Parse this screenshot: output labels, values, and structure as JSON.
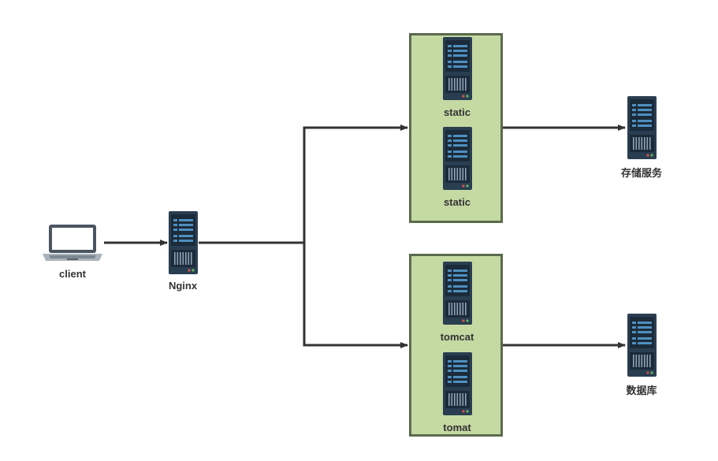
{
  "nodes": {
    "client": {
      "label": "client",
      "icon": "laptop-icon"
    },
    "nginx": {
      "label": "Nginx",
      "icon": "server-icon"
    },
    "static_1": {
      "label": "static",
      "icon": "server-icon"
    },
    "static_2": {
      "label": "static",
      "icon": "server-icon"
    },
    "tomcat_1": {
      "label": "tomcat",
      "icon": "server-icon"
    },
    "tomcat_2": {
      "label": "tomat",
      "icon": "server-icon"
    },
    "storage": {
      "label": "存储服务",
      "icon": "server-icon"
    },
    "database": {
      "label": "数据库",
      "icon": "server-icon"
    }
  },
  "groups": {
    "static": {
      "members": [
        "static_1",
        "static_2"
      ]
    },
    "tomcat": {
      "members": [
        "tomcat_1",
        "tomcat_2"
      ]
    }
  },
  "edges": [
    {
      "from": "client",
      "to": "nginx"
    },
    {
      "from": "nginx",
      "to": "static"
    },
    {
      "from": "nginx",
      "to": "tomcat"
    },
    {
      "from": "static",
      "to": "storage"
    },
    {
      "from": "tomcat",
      "to": "database"
    }
  ],
  "colors": {
    "group_fill": "#c5d9a3",
    "group_border": "#5a6b4c",
    "server_body": "#2a3e51",
    "server_dark": "#1b2b3a",
    "server_slot": "#4f8fbf",
    "arrow": "#333333"
  }
}
